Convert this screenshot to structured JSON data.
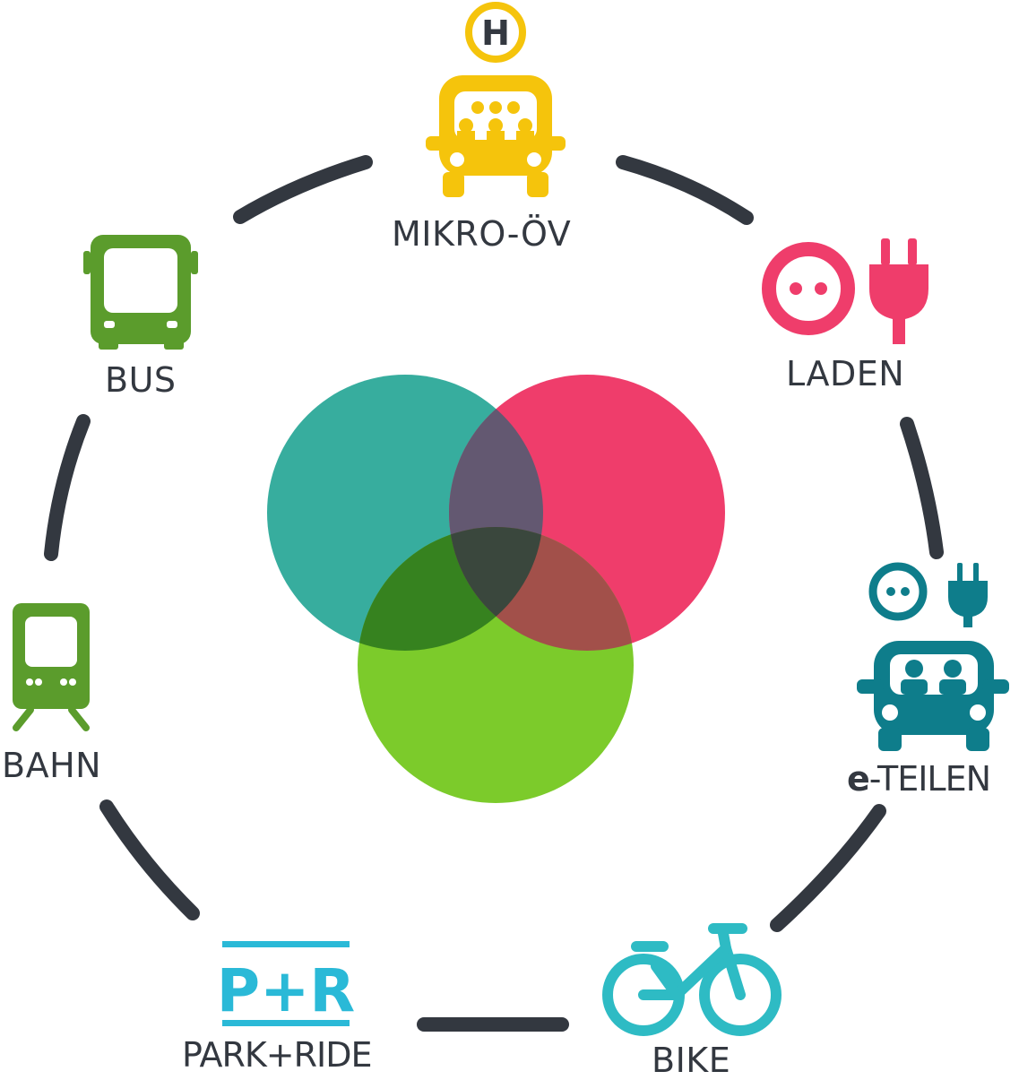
{
  "nodes": {
    "mikro_ov": {
      "label": "MIKRO-ÖV",
      "badge": "H",
      "icon": "minibus-icon",
      "color": "#f5c40c"
    },
    "laden": {
      "label": "LADEN",
      "icon": "socket-plug-icon",
      "color": "#ef3d6b"
    },
    "e_teilen": {
      "prefix": "e",
      "label": "-TEILEN",
      "icon": "ev-car-icon",
      "color": "#0e7d8b"
    },
    "bike": {
      "label": "BIKE",
      "icon": "bicycle-icon",
      "color": "#2ebbc4"
    },
    "park_ride": {
      "label": "PARK+RIDE",
      "sign": "P+R",
      "icon": "park-and-ride-icon",
      "color": "#2ab9d7"
    },
    "bahn": {
      "label": "BAHN",
      "icon": "tram-icon",
      "color": "#5b9c2c"
    },
    "bus": {
      "label": "BUS",
      "icon": "bus-icon",
      "color": "#5b9c2c"
    }
  },
  "venn": {
    "colors": {
      "teal": "#37ad9e",
      "pink": "#ef3d6b",
      "green": "#7ccb2b",
      "teal_pink": "#635871",
      "teal_green": "#36821f",
      "pink_green": "#a2504a",
      "center": "#3a473d"
    }
  },
  "ring_color": "#333840"
}
